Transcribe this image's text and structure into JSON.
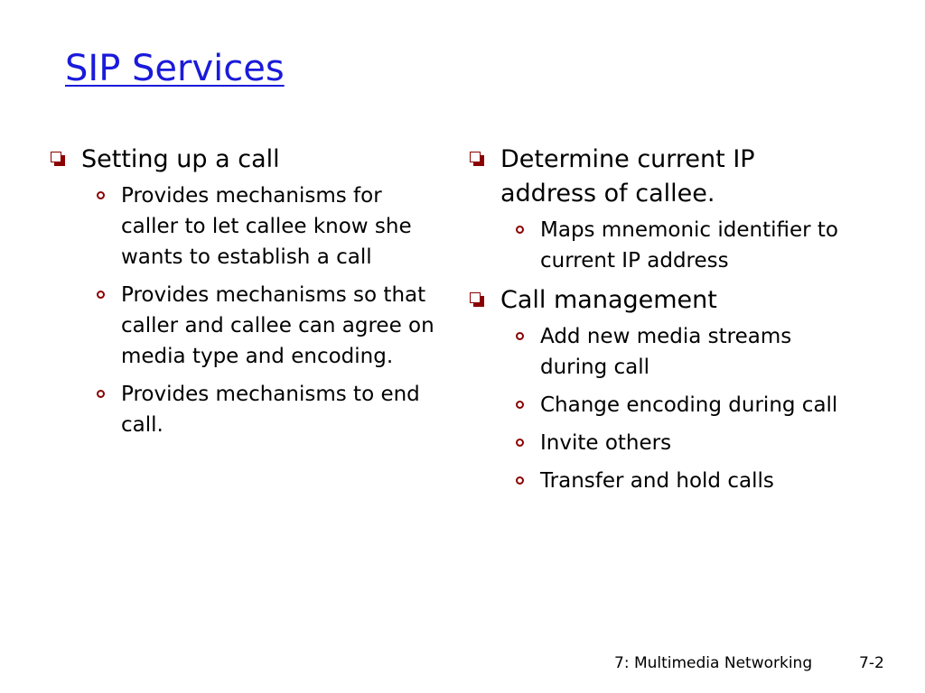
{
  "slide": {
    "title": "SIP Services",
    "title_color": "#1a1adb",
    "bullet_color": "#8b0000",
    "level1_bullet_icon": "shadowed-square-icon",
    "level2_bullet_icon": "ring-icon"
  },
  "left_column": {
    "items": [
      {
        "text": "Setting up  a call",
        "sub": [
          "Provides mechanisms for caller to let callee know she wants to establish a call",
          "Provides mechanisms so that caller and callee can agree on media type and encoding.",
          "Provides mechanisms to end call."
        ]
      }
    ]
  },
  "right_column": {
    "items": [
      {
        "text": "Determine current IP address of callee.",
        "sub": [
          "Maps mnemonic identifier to current IP address"
        ]
      },
      {
        "text": "Call management",
        "sub": [
          "Add new media streams during call",
          "Change encoding during call",
          "Invite others",
          "Transfer and hold calls"
        ]
      }
    ]
  },
  "footer": {
    "course": "7: Multimedia Networking",
    "page": "7-2"
  }
}
